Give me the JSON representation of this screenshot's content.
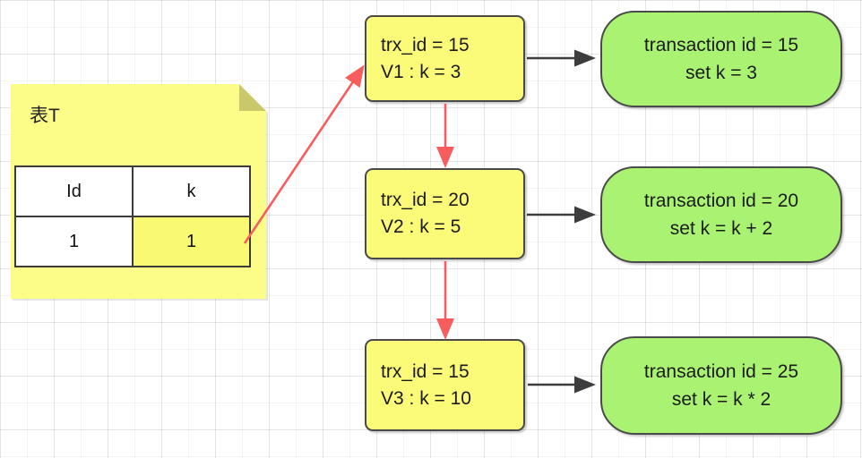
{
  "diagram": {
    "note": {
      "title": "表T",
      "table": {
        "headers": [
          "Id",
          "k"
        ],
        "row": [
          "1",
          "1"
        ]
      }
    },
    "versions": [
      {
        "trx": "trx_id = 15",
        "value": "V1 : k = 3"
      },
      {
        "trx": "trx_id = 20",
        "value": "V2 : k = 5"
      },
      {
        "trx": "trx_id = 15",
        "value": "V3 : k = 10"
      }
    ],
    "transactions": [
      {
        "id": "transaction id = 15",
        "op": "set k = 3"
      },
      {
        "id": "transaction id = 20",
        "op": "set k = k + 2"
      },
      {
        "id": "transaction id = 25",
        "op": "set k = k * 2"
      }
    ],
    "colors": {
      "note_yellow": "#FCFC88",
      "note_fold": "#C9C96B",
      "box_yellow": "#FBFB79",
      "cell_highlight": "#FAFA72",
      "box_green": "#AAF272",
      "border_dark": "#4A4A4A",
      "arrow_red": "#F95C5C",
      "arrow_black": "#3D3D3D"
    }
  }
}
